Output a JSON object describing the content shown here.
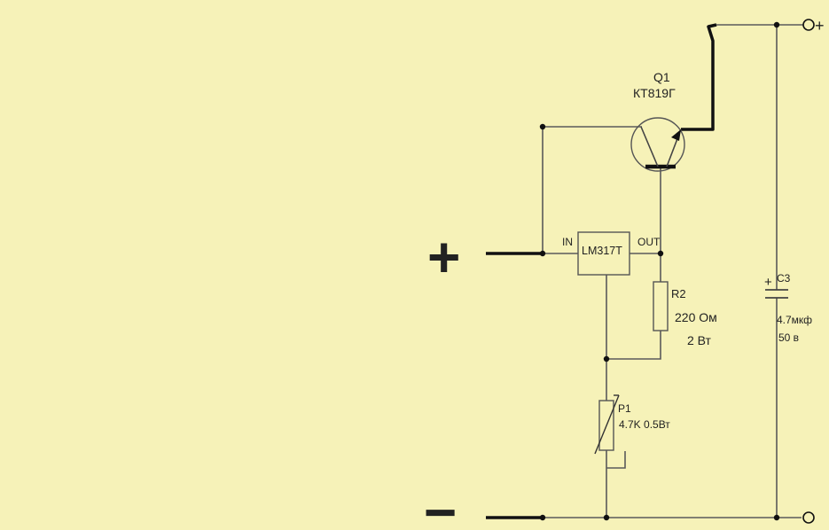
{
  "colors": {
    "background": "#f6f2b8",
    "wire": "#5a5a5a",
    "ink": "#111111"
  },
  "terminals": {
    "plus_symbol": "+",
    "minus_symbol": "−",
    "out_plus_label": "+"
  },
  "regulator": {
    "name": "LM317T",
    "pin_in": "IN",
    "pin_out": "OUT"
  },
  "transistor": {
    "ref": "Q1",
    "part": "КТ819Г"
  },
  "resistor": {
    "ref": "R2",
    "value": "220 Ом",
    "power": "2 Вт"
  },
  "potentiometer": {
    "ref": "P1",
    "value": "4.7K  0.5Вт"
  },
  "capacitor": {
    "ref": "C3",
    "polarity": "+",
    "value": "4.7мкф",
    "voltage": "50 в"
  }
}
